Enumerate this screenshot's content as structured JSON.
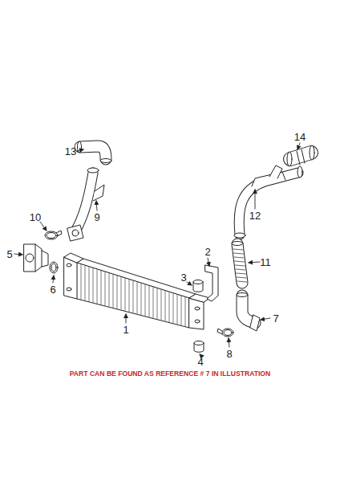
{
  "diagram": {
    "labels": [
      "1",
      "2",
      "3",
      "4",
      "5",
      "6",
      "7",
      "8",
      "9",
      "10",
      "11",
      "12",
      "13",
      "14",
      "PART CAN BE FOUND AS REFERENCE # 7 IN ILLUSTRATION"
    ]
  }
}
